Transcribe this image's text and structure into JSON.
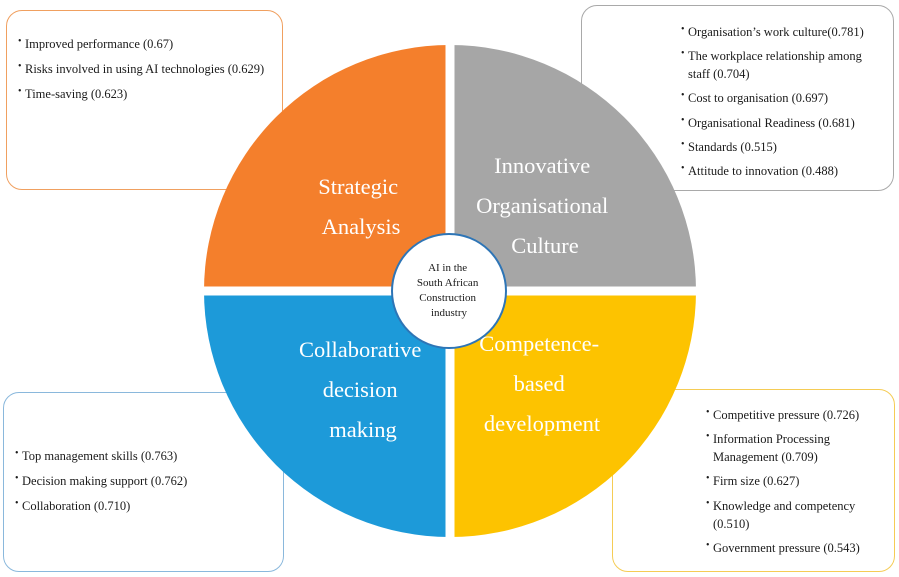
{
  "center_label": [
    "AI in the",
    "South African",
    "Construction",
    "industry"
  ],
  "quadrants": {
    "strategic": {
      "label": [
        "Strategic",
        "Analysis"
      ],
      "color": "#f47f2c"
    },
    "culture": {
      "label": [
        "Innovative",
        "Organisational",
        "Culture"
      ],
      "color": "#a6a6a6"
    },
    "collaborative": {
      "label": [
        "Collaborative",
        "decision",
        "making"
      ],
      "color": "#1d9ad9"
    },
    "competence": {
      "label": [
        "Competence-",
        "based",
        "development"
      ],
      "color": "#fdc300"
    }
  },
  "boxes": {
    "strategic": {
      "border_color": "#f0a060",
      "items": [
        "Improved performance (0.67)",
        "Risks involved in using AI technologies (0.629)",
        "Time-saving (0.623)"
      ]
    },
    "culture": {
      "border_color": "#a9a9a9",
      "items": [
        "Organisation’s work culture(0.781)",
        "The workplace relationship among staff (0.704)",
        "Cost to organisation (0.697)",
        "Organisational Readiness (0.681)",
        "Standards (0.515)",
        "Attitude to innovation (0.488)"
      ]
    },
    "collaborative": {
      "border_color": "#8ab8dc",
      "items": [
        "Top management skills (0.763)",
        "Decision making support (0.762)",
        "Collaboration (0.710)"
      ]
    },
    "competence": {
      "border_color": "#f5cc55",
      "items": [
        "Competitive pressure (0.726)",
        "Information Processing Management (0.709)",
        "Firm size (0.627)",
        "Knowledge and competency (0.510)",
        "Government pressure (0.543)"
      ]
    }
  }
}
